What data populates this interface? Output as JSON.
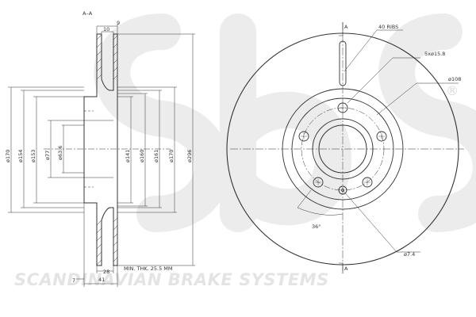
{
  "section_label": "A–A",
  "section_marker": "A",
  "thickness_dims": {
    "outer": "9",
    "inner": "10",
    "total": "41",
    "offset": "7",
    "hub": "28"
  },
  "min_thickness_note": "MIN. THK. 25.5 MM",
  "diameter_labels": [
    "ø170",
    "ø154",
    "ø153",
    "ø77",
    "ø63.6",
    "ø141",
    "ø160",
    "ø161",
    "ø170",
    "ø296"
  ],
  "face_view": {
    "ribs": "40 RIBS",
    "bolt_holes": "5xø15.8",
    "pcd": "ø108",
    "small_hole": "ø7.4",
    "angle": "36°"
  },
  "watermark": {
    "logo": "sbs",
    "registered": "®",
    "company": "SCANDINAVIAN BRAKE SYSTEMS"
  },
  "colors": {
    "line": "#333333",
    "watermark": "#e4e4e4"
  }
}
